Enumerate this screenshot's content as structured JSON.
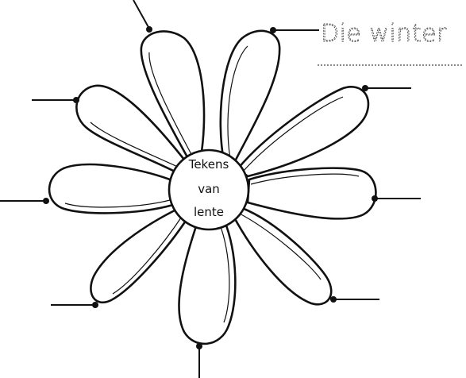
{
  "worksheet": {
    "title": "Die winter",
    "center_label": {
      "line1": "Tekens",
      "line2": "van",
      "line3": "lente"
    }
  }
}
